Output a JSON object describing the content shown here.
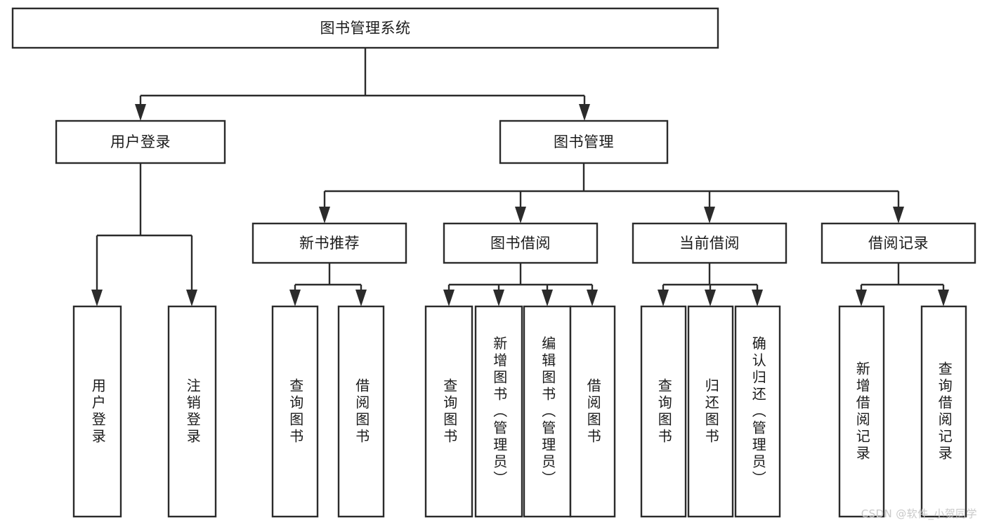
{
  "diagram": {
    "title": "图书管理系统",
    "watermark": "CSDN @软件_小贺同学",
    "orientation": "top-down tree",
    "colors": {
      "background": "#ffffff",
      "box_fill": "#ffffff",
      "box_stroke": "#2b2b2b",
      "text": "#1b1b1b",
      "watermark": "#c9c9c9"
    },
    "nodes": {
      "root": {
        "label": "图书管理系统",
        "level": 0,
        "text_orientation": "horizontal"
      },
      "user_login": {
        "label": "用户登录",
        "level": 1,
        "text_orientation": "horizontal"
      },
      "book_manage": {
        "label": "图书管理",
        "level": 1,
        "text_orientation": "horizontal"
      },
      "new_book_rec": {
        "label": "新书推荐",
        "level": 2,
        "text_orientation": "horizontal"
      },
      "book_borrow": {
        "label": "图书借阅",
        "level": 2,
        "text_orientation": "horizontal"
      },
      "current_borrow": {
        "label": "当前借阅",
        "level": 2,
        "text_orientation": "horizontal"
      },
      "borrow_record": {
        "label": "借阅记录",
        "level": 2,
        "text_orientation": "horizontal"
      },
      "leaf_user_login": {
        "label": "用户登录",
        "level": 3,
        "text_orientation": "vertical"
      },
      "leaf_logout": {
        "label": "注销登录",
        "level": 3,
        "text_orientation": "vertical"
      },
      "leaf_query_book_1": {
        "label": "查询图书",
        "level": 3,
        "text_orientation": "vertical"
      },
      "leaf_borrow_book_1": {
        "label": "借阅图书",
        "level": 3,
        "text_orientation": "vertical"
      },
      "leaf_query_book_2": {
        "label": "查询图书",
        "level": 3,
        "text_orientation": "vertical"
      },
      "leaf_add_book": {
        "label": "新增图书（管理员）",
        "level": 3,
        "text_orientation": "vertical"
      },
      "leaf_edit_book": {
        "label": "编辑图书（管理员）",
        "level": 3,
        "text_orientation": "vertical"
      },
      "leaf_borrow_book_2": {
        "label": "借阅图书",
        "level": 3,
        "text_orientation": "vertical"
      },
      "leaf_query_book_3": {
        "label": "查询图书",
        "level": 3,
        "text_orientation": "vertical"
      },
      "leaf_return_book": {
        "label": "归还图书",
        "level": 3,
        "text_orientation": "vertical"
      },
      "leaf_confirm_return": {
        "label": "确认归还（管理员）",
        "level": 3,
        "text_orientation": "vertical"
      },
      "leaf_add_record": {
        "label": "新增借阅记录",
        "level": 3,
        "text_orientation": "vertical"
      },
      "leaf_query_record": {
        "label": "查询借阅记录",
        "level": 3,
        "text_orientation": "vertical"
      }
    },
    "edges": [
      {
        "from": "root",
        "to": "user_login"
      },
      {
        "from": "root",
        "to": "book_manage"
      },
      {
        "from": "user_login",
        "to": "leaf_user_login"
      },
      {
        "from": "user_login",
        "to": "leaf_logout"
      },
      {
        "from": "book_manage",
        "to": "new_book_rec"
      },
      {
        "from": "book_manage",
        "to": "book_borrow"
      },
      {
        "from": "book_manage",
        "to": "current_borrow"
      },
      {
        "from": "book_manage",
        "to": "borrow_record"
      },
      {
        "from": "new_book_rec",
        "to": "leaf_query_book_1"
      },
      {
        "from": "new_book_rec",
        "to": "leaf_borrow_book_1"
      },
      {
        "from": "book_borrow",
        "to": "leaf_query_book_2"
      },
      {
        "from": "book_borrow",
        "to": "leaf_add_book"
      },
      {
        "from": "book_borrow",
        "to": "leaf_edit_book"
      },
      {
        "from": "book_borrow",
        "to": "leaf_borrow_book_2"
      },
      {
        "from": "current_borrow",
        "to": "leaf_query_book_3"
      },
      {
        "from": "current_borrow",
        "to": "leaf_return_book"
      },
      {
        "from": "current_borrow",
        "to": "leaf_confirm_return"
      },
      {
        "from": "borrow_record",
        "to": "leaf_add_record"
      },
      {
        "from": "borrow_record",
        "to": "leaf_query_record"
      }
    ]
  }
}
